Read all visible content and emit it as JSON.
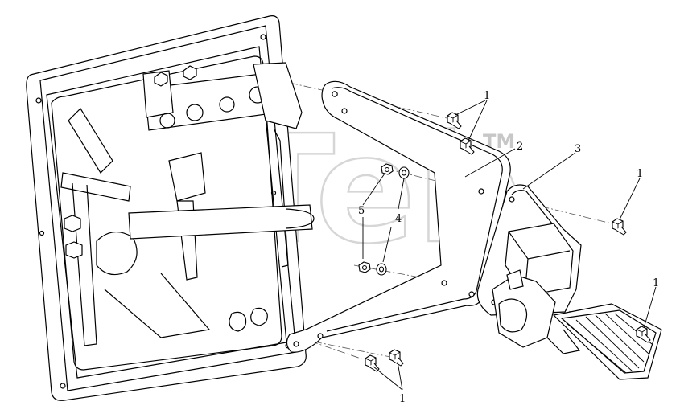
{
  "watermark": {
    "text": "aTeb",
    "tm": "TM"
  },
  "callouts": {
    "c1a": "1",
    "c1b": "1",
    "c1c": "1",
    "c1d": "1",
    "c2": "2",
    "c3": "3",
    "c4": "4",
    "c5": "5"
  },
  "colors": {
    "line": "#000000",
    "watermark": "#d0d0d0",
    "background": "#ffffff"
  }
}
